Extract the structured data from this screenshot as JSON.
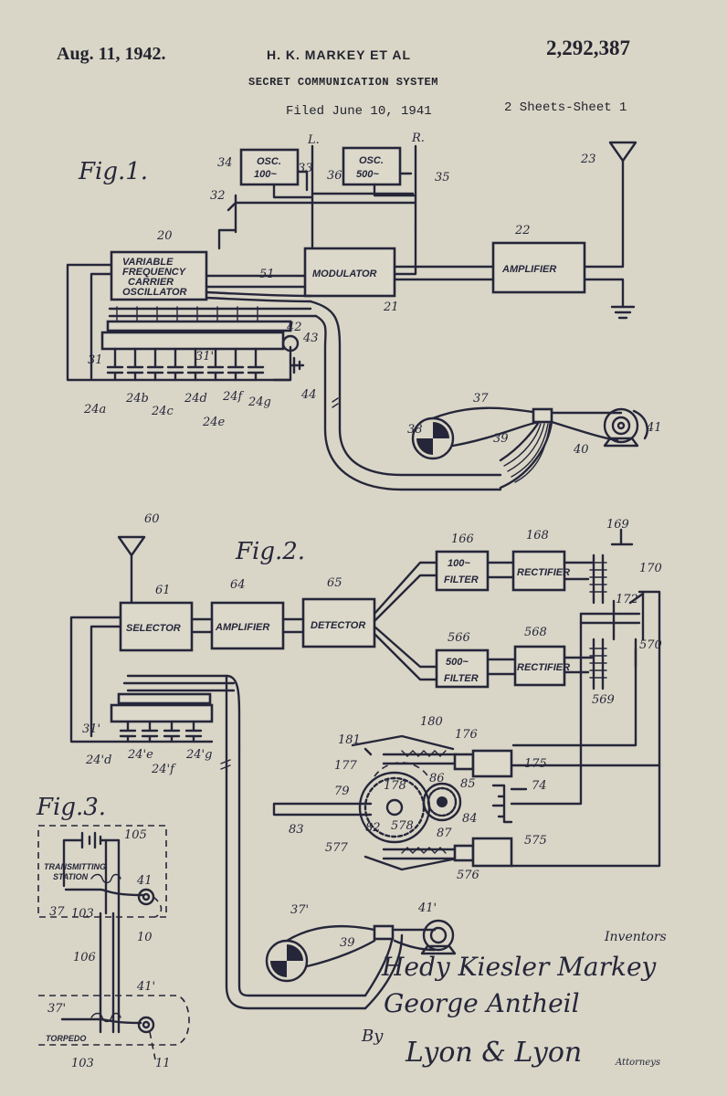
{
  "header": {
    "date": "Aug. 11, 1942.",
    "inventors": "H. K. MARKEY ET AL",
    "patent_number": "2,292,387",
    "title": "SECRET COMMUNICATION SYSTEM",
    "filed": "Filed June 10, 1941",
    "sheet": "2 Sheets-Sheet 1"
  },
  "figures": {
    "fig1": "Fig.1.",
    "fig2": "Fig.2.",
    "fig3": "Fig.3."
  },
  "fig1": {
    "osc100": [
      "OSC.",
      "100~"
    ],
    "osc500": [
      "OSC.",
      "500~"
    ],
    "carrier": [
      "VARIABLE",
      "FREQUENCY",
      "CARRIER",
      "OSCILLATOR"
    ],
    "modulator": "MODULATOR",
    "amplifier": "AMPLIFIER",
    "label_L": "L.",
    "label_R": "R.",
    "numbers": {
      "n34": "34",
      "n33": "33",
      "n36": "36",
      "n35": "35",
      "n32": "32",
      "n23": "23",
      "n20": "20",
      "n22": "22",
      "n21": "21",
      "n51": "51",
      "n42": "42",
      "n43": "43",
      "n31": "31",
      "n31p": "31'",
      "n44": "44",
      "n37": "37",
      "n38": "38",
      "n39": "39",
      "n40": "40",
      "n41": "41",
      "n24a": "24a",
      "n24b": "24b",
      "n24c": "24c",
      "n24d": "24d",
      "n24e": "24e",
      "n24f": "24f",
      "n24g": "24g"
    }
  },
  "fig2": {
    "selector": "SELECTOR",
    "amplifier": "AMPLIFIER",
    "detector": "DETECTOR",
    "filter100": [
      "100~",
      "FILTER"
    ],
    "filter500": [
      "500~",
      "FILTER"
    ],
    "rectifier": "RECTIFIER",
    "numbers": {
      "n60": "60",
      "n61": "61",
      "n64": "64",
      "n65": "65",
      "n166": "166",
      "n168": "168",
      "n169": "169",
      "n170": "170",
      "n172": "172",
      "n566": "566",
      "n568": "568",
      "n570": "570",
      "n569": "569",
      "n31p": "31'",
      "n24dp": "24'd",
      "n24ep": "24'e",
      "n24fp": "24'f",
      "n24gp": "24'g",
      "n180": "180",
      "n181": "181",
      "n176": "176",
      "n175": "175",
      "n177": "177",
      "n178": "178",
      "n86": "86",
      "n85": "85",
      "n79": "79",
      "n74": "74",
      "n84": "84",
      "n82": "82",
      "n578": "578",
      "n87": "87",
      "n83": "83",
      "n577": "577",
      "n575": "575",
      "n576": "576",
      "n37p": "37'",
      "n39": "39",
      "n41p": "41'"
    }
  },
  "fig3": {
    "transmitting_station": [
      "TRANSMITTING",
      "STATION"
    ],
    "torpedo": "TORPEDO",
    "numbers": {
      "n105": "105",
      "n41": "41",
      "n37": "37",
      "n103": "103",
      "n10": "10",
      "n106": "106",
      "n37p": "37'",
      "n41p": "41'",
      "n103b": "103",
      "n11": "11"
    }
  },
  "signature": {
    "inventors_label": "Inventors",
    "name1": "Hedy Kiesler Markey",
    "name2": "George Antheil",
    "by": "By",
    "attorney": "Lyon & Lyon",
    "attorneys_label": "Attorneys"
  }
}
